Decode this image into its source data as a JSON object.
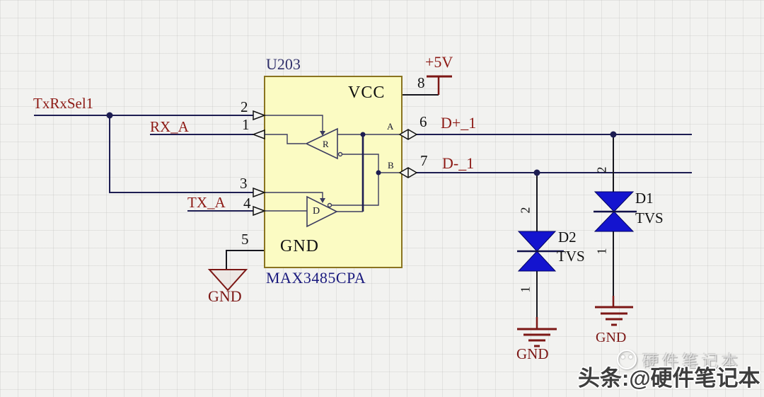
{
  "colors": {
    "wire": "#1d1d52",
    "ic-fill": "#fbfbc3",
    "ic-border": "#8a7420",
    "net-label": "#8d1a15",
    "gnd": "#7c1715",
    "tvs": "#1414cf",
    "part-text": "#1b1b7e",
    "designator-text": "#30306a",
    "pin-text": "#111111",
    "bg": "#f2f2f0"
  },
  "ic": {
    "designator": "U203",
    "part_number": "MAX3485CPA",
    "vcc_label": "VCC",
    "gnd_label": "GND",
    "port_a": "A",
    "port_b": "B",
    "receiver": "R",
    "driver": "D",
    "pins": {
      "p1": "1",
      "p2": "2",
      "p3": "3",
      "p4": "4",
      "p5": "5",
      "p6": "6",
      "p7": "7",
      "p8": "8"
    }
  },
  "nets": {
    "txrxsel1": "TxRxSel1",
    "rx_a": "RX_A",
    "tx_a": "TX_A",
    "d_plus": "D+_1",
    "d_minus": "D-_1",
    "vcc_rail": "+5V",
    "gnd_pin5": "GND",
    "gnd_d2": "GND",
    "gnd_d1": "GND"
  },
  "diodes": {
    "d1": {
      "designator": "D1",
      "type": "TVS",
      "pin_top": "2",
      "pin_bottom": "1"
    },
    "d2": {
      "designator": "D2",
      "type": "TVS",
      "pin_top": "2",
      "pin_bottom": "1"
    }
  },
  "watermark": {
    "ghost_text": "硬件笔记本",
    "main_text": "头条:@硬件笔记本"
  }
}
